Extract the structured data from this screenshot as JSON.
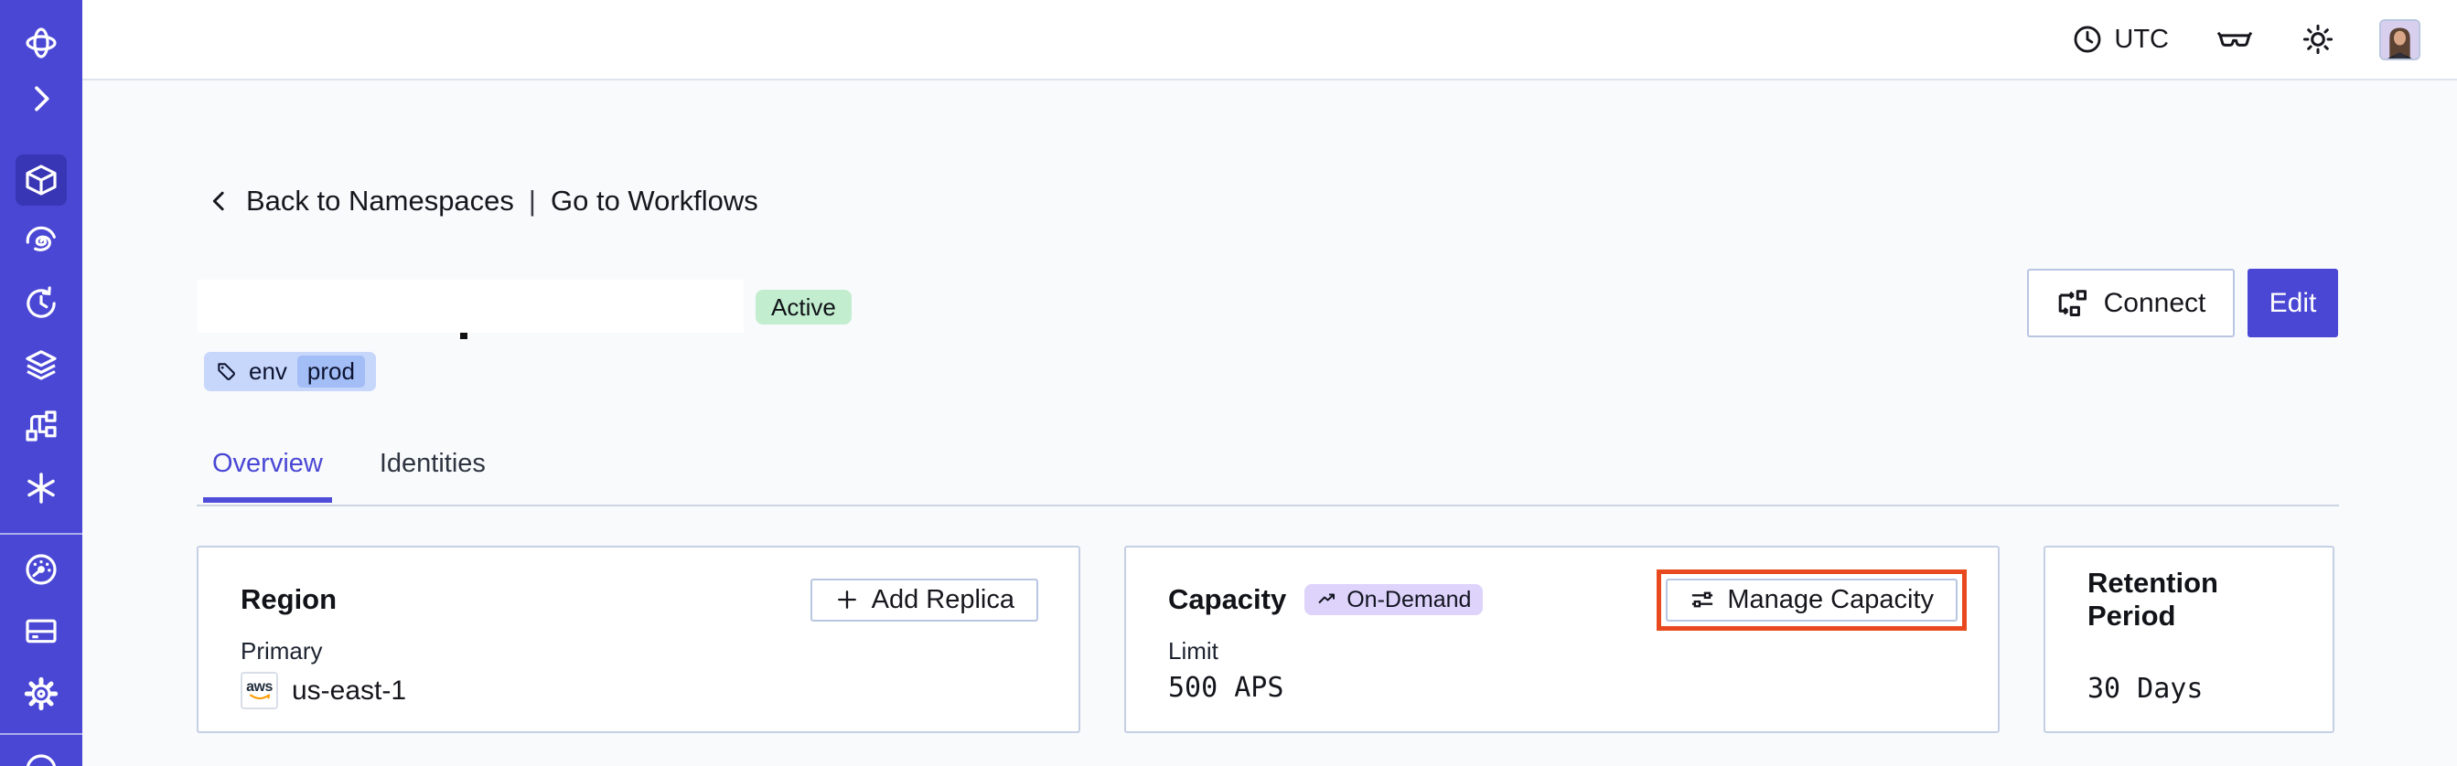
{
  "topbar": {
    "timezone": "UTC",
    "icons": [
      "clock-icon",
      "glasses-icon",
      "sun-icon",
      "avatar"
    ]
  },
  "sidebar": {
    "icons": [
      "temporal-logo",
      "chevron-right-icon",
      "namespaces-cube-icon",
      "workflows-spiral-icon",
      "schedules-clock-icon",
      "deployments-layers-icon",
      "batch-branch-icon",
      "nexus-asterisk-icon",
      "usage-gauge-icon",
      "billing-card-icon",
      "settings-gear-icon",
      "profile-circle-icon"
    ],
    "active_item": "namespaces"
  },
  "breadcrumb": {
    "back": "Back to Namespaces",
    "separator": "|",
    "forward": "Go to Workflows"
  },
  "header": {
    "status": "Active",
    "tag_key": "env",
    "tag_value": "prod",
    "connect_label": "Connect",
    "edit_label": "Edit"
  },
  "tabs": [
    {
      "label": "Overview",
      "active": true
    },
    {
      "label": "Identities",
      "active": false
    }
  ],
  "cards": {
    "region": {
      "title": "Region",
      "action": "Add Replica",
      "label": "Primary",
      "provider": "aws",
      "value": "us-east-1"
    },
    "capacity": {
      "title": "Capacity",
      "badge": "On-Demand",
      "action": "Manage Capacity",
      "label": "Limit",
      "value": "500 APS"
    },
    "retention": {
      "title": "Retention Period",
      "value": "30 Days"
    }
  },
  "colors": {
    "accent": "#4a47d5",
    "annotation_red": "#e8491f",
    "status_active_bg": "#c3edcf",
    "tag_bg": "#c7d7fb",
    "tag_inner_bg": "#a3bdf6",
    "ondemand_bg": "#ddd3fb",
    "aws_orange": "#f90"
  }
}
